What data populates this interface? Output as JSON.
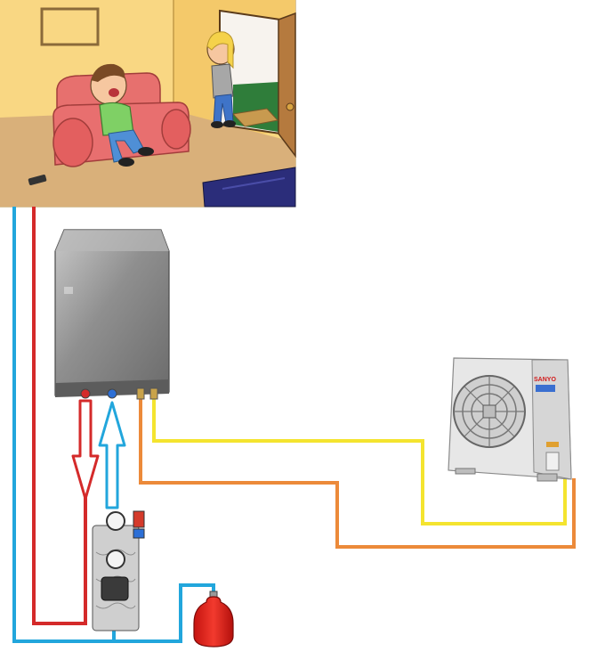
{
  "scene": {
    "cartoon_room": "cartoon-living-room",
    "indoor_unit": "heat-pump-indoor-unit",
    "outdoor_unit": "heat-pump-outdoor-unit",
    "pump_group": "circulator-pump-group",
    "expansion_vessel": "red-expansion-vessel",
    "outdoor_brand_text": "SANYO"
  },
  "colors": {
    "flow_red": "#d42a2a",
    "return_blue": "#22a6dc",
    "refrigerant_yellow": "#f2e62d",
    "refrigerant_orange": "#ec8a3a",
    "wall": "#f7d27a",
    "floor": "#d9b07a",
    "sofa": "#e86f6f",
    "indoor_unit_steel": "#9a9a9a",
    "outdoor_unit_body": "#e6e6e6",
    "vessel_red": "#e0201e"
  }
}
